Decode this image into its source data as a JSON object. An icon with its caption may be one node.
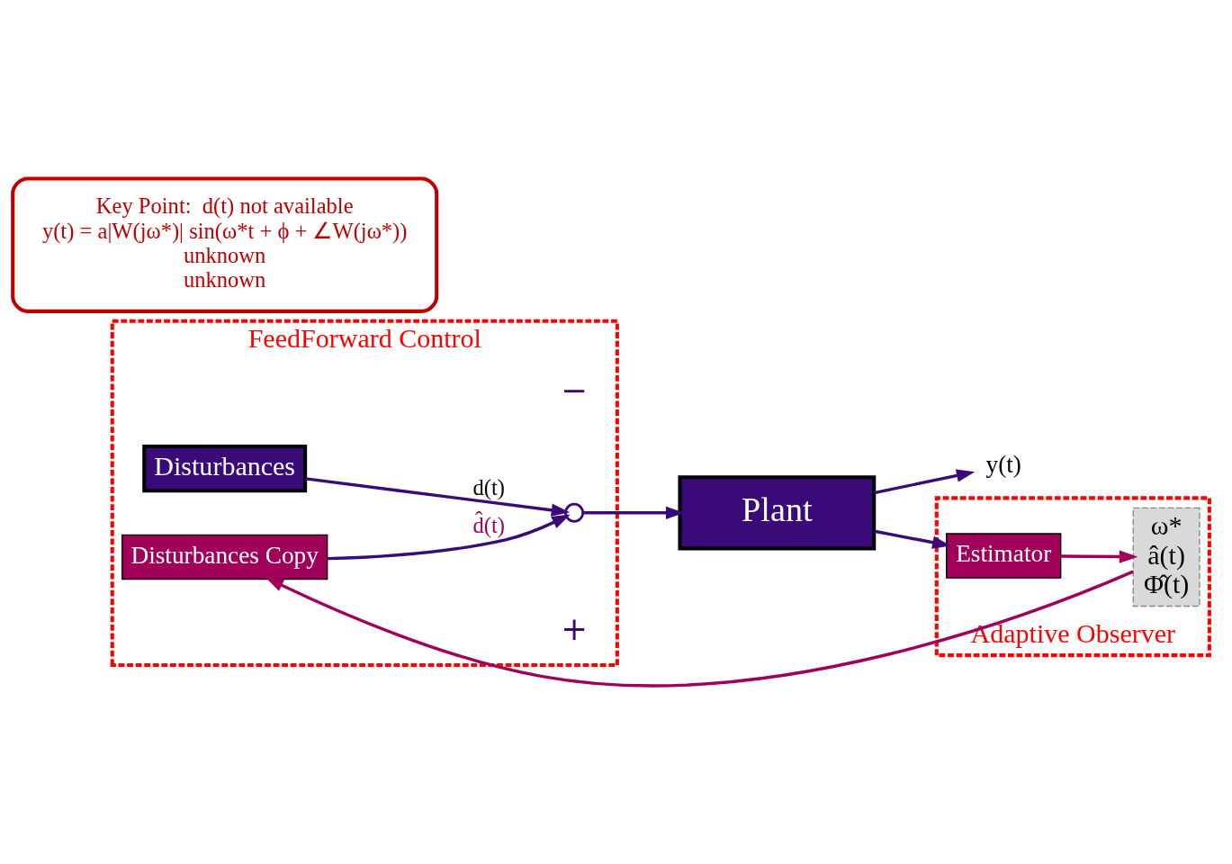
{
  "diagram": {
    "nodes": [
      {
        "text": [
          "FeedForward Control"
        ]
      },
      {
        "text": [
          "Disturbances"
        ],
        "in": 0
      },
      {
        "text": [],
        "shape": "circle",
        "in": 0,
        "beside": [
          "+",
          "−"
        ]
      },
      {
        "text": [
          "Disturbances Copy"
        ],
        "in": 0
      },
      {
        "text": [
          "Plant"
        ]
      },
      {
        "text": [
          "y(t)"
        ]
      },
      {
        "text": [
          "Key Point:  d(t) not available",
          "y(t) = a|W(jω*)| sin(ω*t + ϕ + ∠W(jω*))",
          "unknown",
          "unknown"
        ]
      },
      {
        "text": [
          "Adaptive Observer"
        ]
      },
      {
        "text": [
          "ω*",
          "â(t)",
          "Φ̂(t)"
        ],
        "in": 7
      },
      {
        "text": [
          "Estimator"
        ],
        "in": 7
      }
    ],
    "edges": [
      {
        "from": 1,
        "to": 2,
        "arrow": "to",
        "label": "d(t)"
      },
      {
        "from": 3,
        "to": 2,
        "arrow": "to",
        "label": "d̂(t)"
      },
      {
        "from": 2,
        "to": 4,
        "arrow": "to"
      },
      {
        "from": 4,
        "to": 5,
        "arrow": "to"
      },
      {
        "from": 4,
        "to": 9,
        "arrow": "to"
      },
      {
        "from": 9,
        "to": 8,
        "arrow": "to",
        "color": "#a0005a"
      },
      {
        "from": 8,
        "to": 3,
        "arrow": "to",
        "color": "#a0005a"
      }
    ]
  }
}
